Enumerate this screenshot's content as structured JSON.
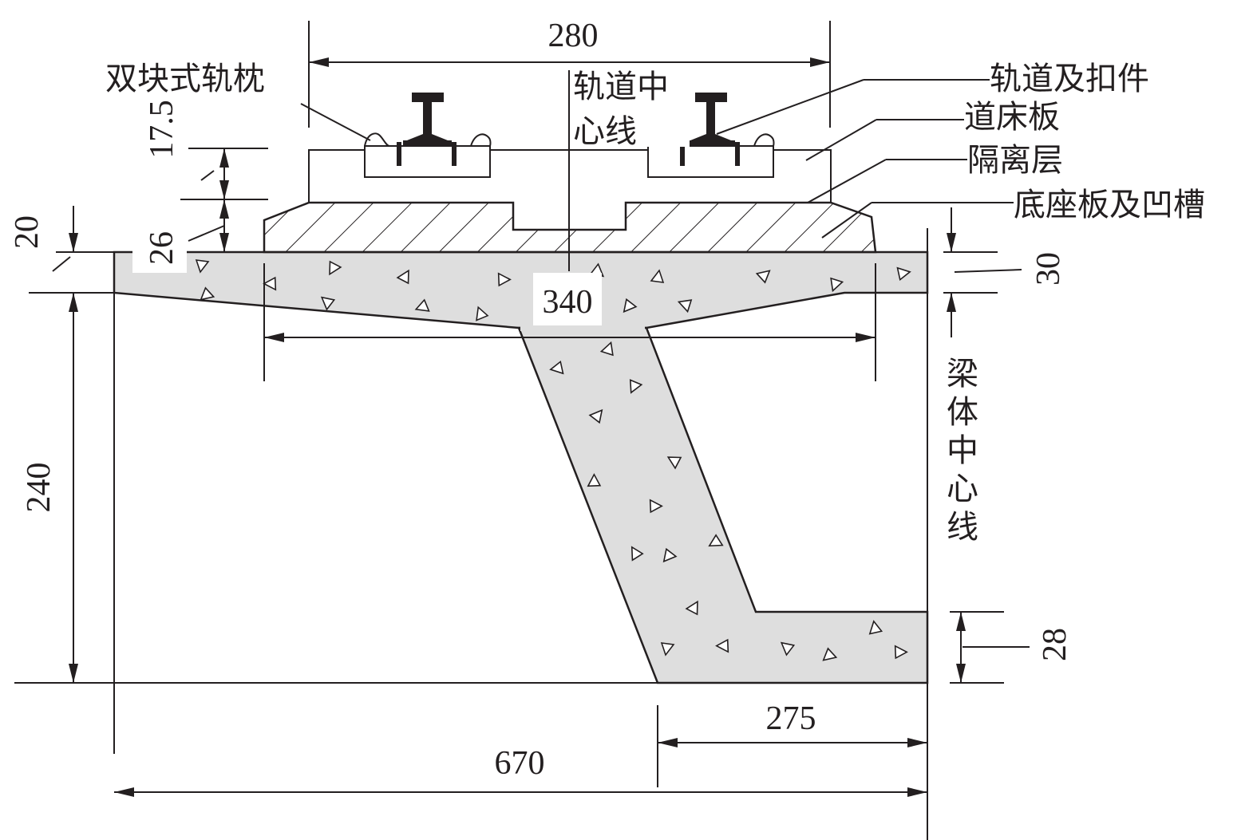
{
  "labels": {
    "sleeper": "双块式轨枕",
    "track_center_1": "轨道中",
    "track_center_2": "心线",
    "rail_fastener": "轨道及扣件",
    "track_slab": "道床板",
    "isolation_layer": "隔离层",
    "base_plate": "底座板及凹槽",
    "beam_center_chars": [
      "梁",
      "体",
      "中",
      "心",
      "线"
    ]
  },
  "dimensions": {
    "rail_spacing": "280",
    "slab_thickness": "17.5",
    "base_thickness": "26",
    "flange_step": "20",
    "flange_thickness": "30",
    "base_width": "340",
    "beam_height": "240",
    "bottom_flange_thickness": "28",
    "bottom_half_width": "275",
    "top_half_width": "670"
  },
  "colors": {
    "line": "#231f20",
    "concrete": "#dedede",
    "background": "#ffffff"
  }
}
